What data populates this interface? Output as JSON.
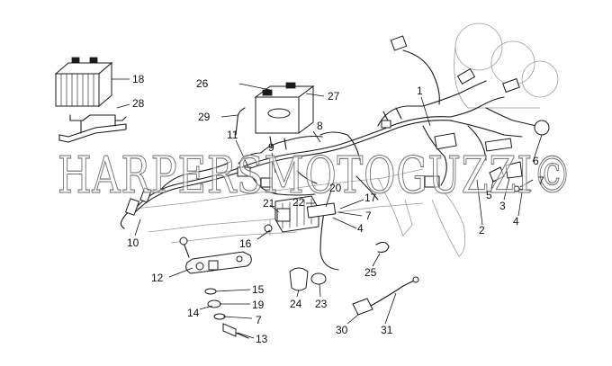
{
  "callouts": [
    "18",
    "28",
    "26",
    "27",
    "29",
    "1",
    "8",
    "11",
    "9",
    "22",
    "20",
    "17",
    "7",
    "4",
    "21",
    "16",
    "10",
    "12",
    "15",
    "14",
    "19",
    "7",
    "13",
    "24",
    "23",
    "25",
    "30",
    "31",
    "2",
    "5",
    "3",
    "6",
    "7",
    "4"
  ],
  "watermark": "HARPERSMOTOGUZZI©",
  "colors": {
    "ink": "#1a1a1a",
    "watermark_outline": "#6e6e6e",
    "background": "#ffffff"
  }
}
